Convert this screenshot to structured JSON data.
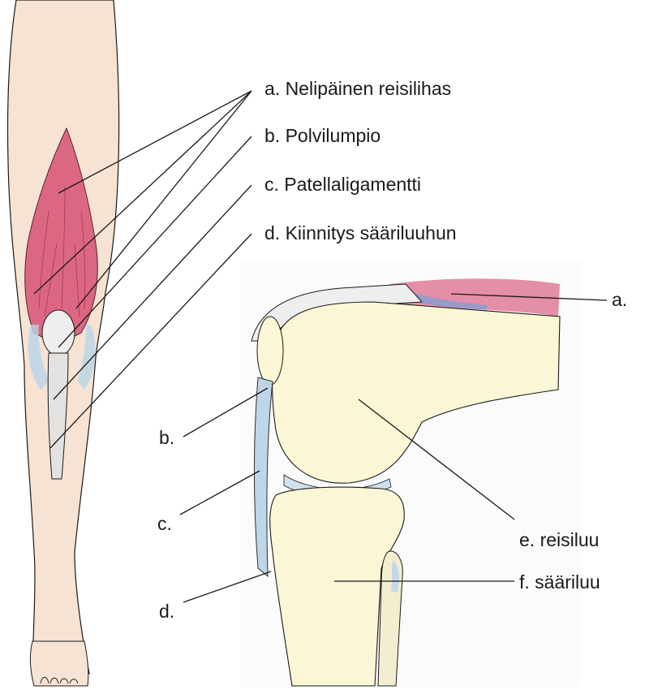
{
  "legend": {
    "a": "a. Nelipäinen reisilihas",
    "b": "b. Polvilumpio",
    "c": "c. Patellaligamentti",
    "d": "d. Kiinnitys sääriluuhun"
  },
  "side_labels": {
    "a": "a.",
    "b": "b.",
    "c": "c.",
    "d": "d.",
    "e": "e. reisiluu",
    "f": "f. sääriluu"
  },
  "colors": {
    "skin": "#f7e3d3",
    "muscle": "#d85a7a",
    "bone": "#fbf6d6",
    "ligament": "#e4e2e0",
    "shadow_blue": "#b9d3e8",
    "ink": "#1a1a1a"
  }
}
